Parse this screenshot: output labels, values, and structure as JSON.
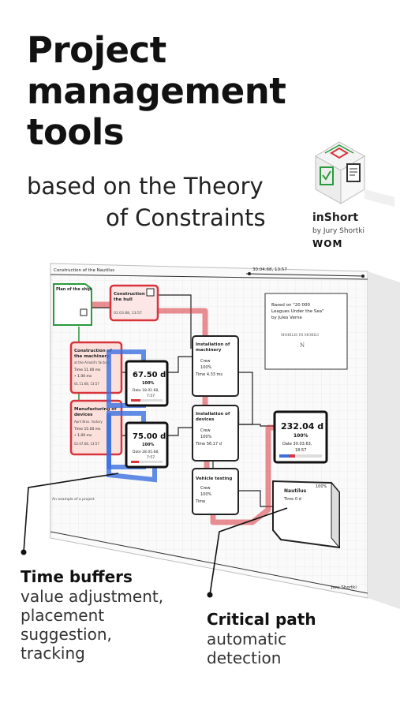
{
  "headline": {
    "line1": "Project",
    "line2": "management",
    "line3": "tools"
  },
  "subline": {
    "line1": "based on the Theory",
    "line2": "of Constraints"
  },
  "logo": {
    "brand": "inShort",
    "author": "by Jury Shortki",
    "publisher": "WOM"
  },
  "screen": {
    "title": "Construction of the Nautilus",
    "date": "30.04.68, 13:57",
    "footer_left": "An example of a project",
    "footer_right": "Jury Shortki",
    "note": {
      "line1": "Based on \"20 000",
      "line2": "Leagues Under the Sea\"",
      "line3": "by Jules Verne"
    },
    "stamp": {
      "text": "MOBILIS IN MOBILI",
      "mark": "N"
    },
    "tasks": {
      "plan": {
        "title": "Plan of the ship"
      },
      "hull": {
        "line1": "Construction of",
        "line2": "the hull",
        "date": "01.03.68, 13:57"
      },
      "machinery": {
        "line1": "Construction of",
        "line2": "the machinery",
        "sub": "at the Arnold's factory",
        "time": "Time 11.00 ms",
        "extra": "• 1.00 ms",
        "date": "01.11.68, 13:57"
      },
      "devices": {
        "line1": "Manufacturing of",
        "line2": "devices",
        "sub": "April Bros. factory",
        "time": "Time 15.00 ms",
        "extra": "• 1.00 ms",
        "date": "02.07.68, 13:57"
      },
      "install_machinery": {
        "line1": "Installation of",
        "line2": "machinery",
        "crew": "Crew",
        "pct": "100%",
        "time": "Time 4.33 ms"
      },
      "install_devices": {
        "line1": "Installation of",
        "line2": "devices",
        "crew": "Crew",
        "pct": "100%",
        "time": "Time 56.17 d"
      },
      "testing": {
        "line1": "Vehicle testing",
        "crew": "Crew",
        "pct": "100%",
        "time": "Time"
      },
      "nautilus": {
        "line1": "Nautilus",
        "pct": "100%",
        "time": "Time 0 d"
      }
    },
    "buffers": {
      "b1": {
        "value": "67.50 d",
        "pct": "100%",
        "date": "Date 18.01.68,",
        "time": "7:57"
      },
      "b2": {
        "value": "75.00 d",
        "pct": "100%",
        "date": "Date 28.05.68,",
        "time": "7:57"
      },
      "b3": {
        "value": "232.04 d",
        "pct": "100%",
        "date": "Date 30.03.63,",
        "time": "18:57"
      }
    },
    "colors": {
      "critical": "#d8343c",
      "buffer": "#3b6fe0",
      "link": "#2a9a3c"
    }
  },
  "features": {
    "time_buffers": {
      "title": "Time buffers",
      "line1": "value adjustment,",
      "line2": "placement",
      "line3": "suggestion,",
      "line4": "tracking"
    },
    "critical_path": {
      "title": "Critical path",
      "line1": "automatic",
      "line2": "detection"
    }
  }
}
